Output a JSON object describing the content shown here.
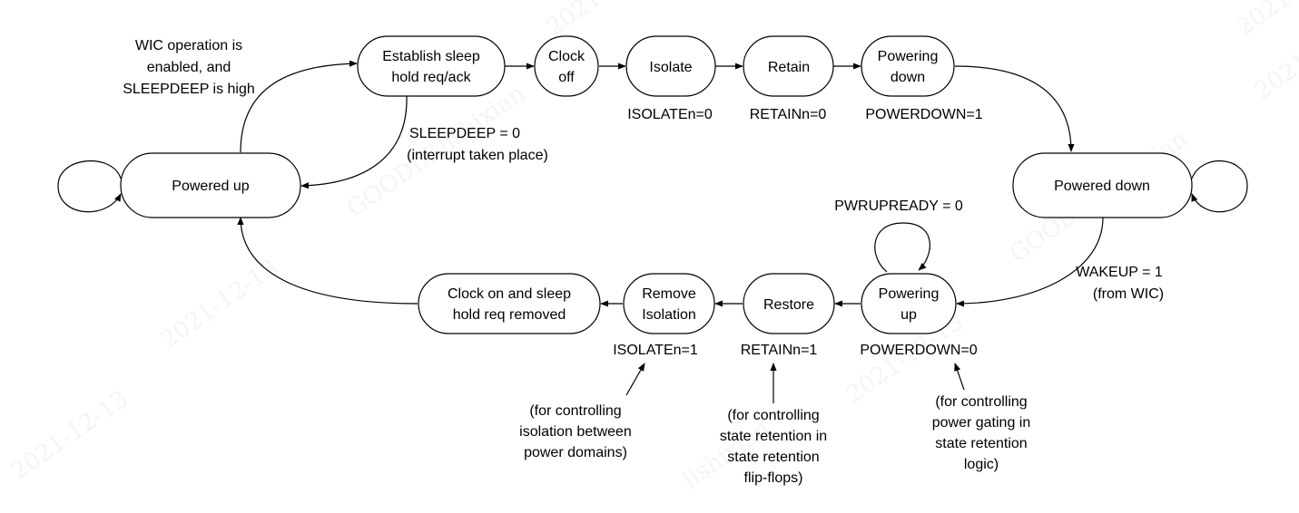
{
  "states": {
    "establish": [
      "Establish sleep",
      "hold req/ack"
    ],
    "clock_off": [
      "Clock",
      "off"
    ],
    "isolate": [
      "Isolate"
    ],
    "retain": [
      "Retain"
    ],
    "powering_down": [
      "Powering",
      "down"
    ],
    "powered_up": [
      "Powered up"
    ],
    "powered_down": [
      "Powered down"
    ],
    "clock_on": [
      "Clock on and sleep",
      "hold req removed"
    ],
    "remove_isolation": [
      "Remove",
      "Isolation"
    ],
    "restore": [
      "Restore"
    ],
    "powering_up": [
      "Powering",
      "up"
    ]
  },
  "labels": {
    "wic_enabled": [
      "WIC operation is",
      "enabled, and",
      "SLEEPDEEP is high"
    ],
    "sleepdeep_zero": [
      "SLEEPDEEP = 0",
      "(interrupt taken place)"
    ],
    "isolaten_0": "ISOLATEn=0",
    "retainn_0": "RETAINn=0",
    "powerdown_1": "POWERDOWN=1",
    "pwrupready_0": "PWRUPREADY = 0",
    "wakeup": [
      "WAKEUP = 1",
      "(from WIC)"
    ],
    "isolaten_1": "ISOLATEn=1",
    "retainn_1": "RETAINn=1",
    "powerdown_0": "POWERDOWN=0",
    "note_isolation": [
      "(for controlling",
      "isolation between",
      "power domains)"
    ],
    "note_retention": [
      "(for controlling",
      "state retention in",
      "state retention",
      "flip-flops)"
    ],
    "note_power_gating": [
      "(for controlling",
      "power gating in",
      "state retention",
      "logic)"
    ]
  },
  "watermark": [
    "2021",
    "GOODIX\\lishixian",
    "2021-12-13",
    "GOODIX\\lishixian",
    "2021-12-13",
    "lishixian",
    "2021",
    "2021-12-13",
    "2021"
  ],
  "colors": {
    "stroke": "#000000",
    "text": "#000000",
    "background": "#ffffff",
    "watermark": "#000000"
  }
}
